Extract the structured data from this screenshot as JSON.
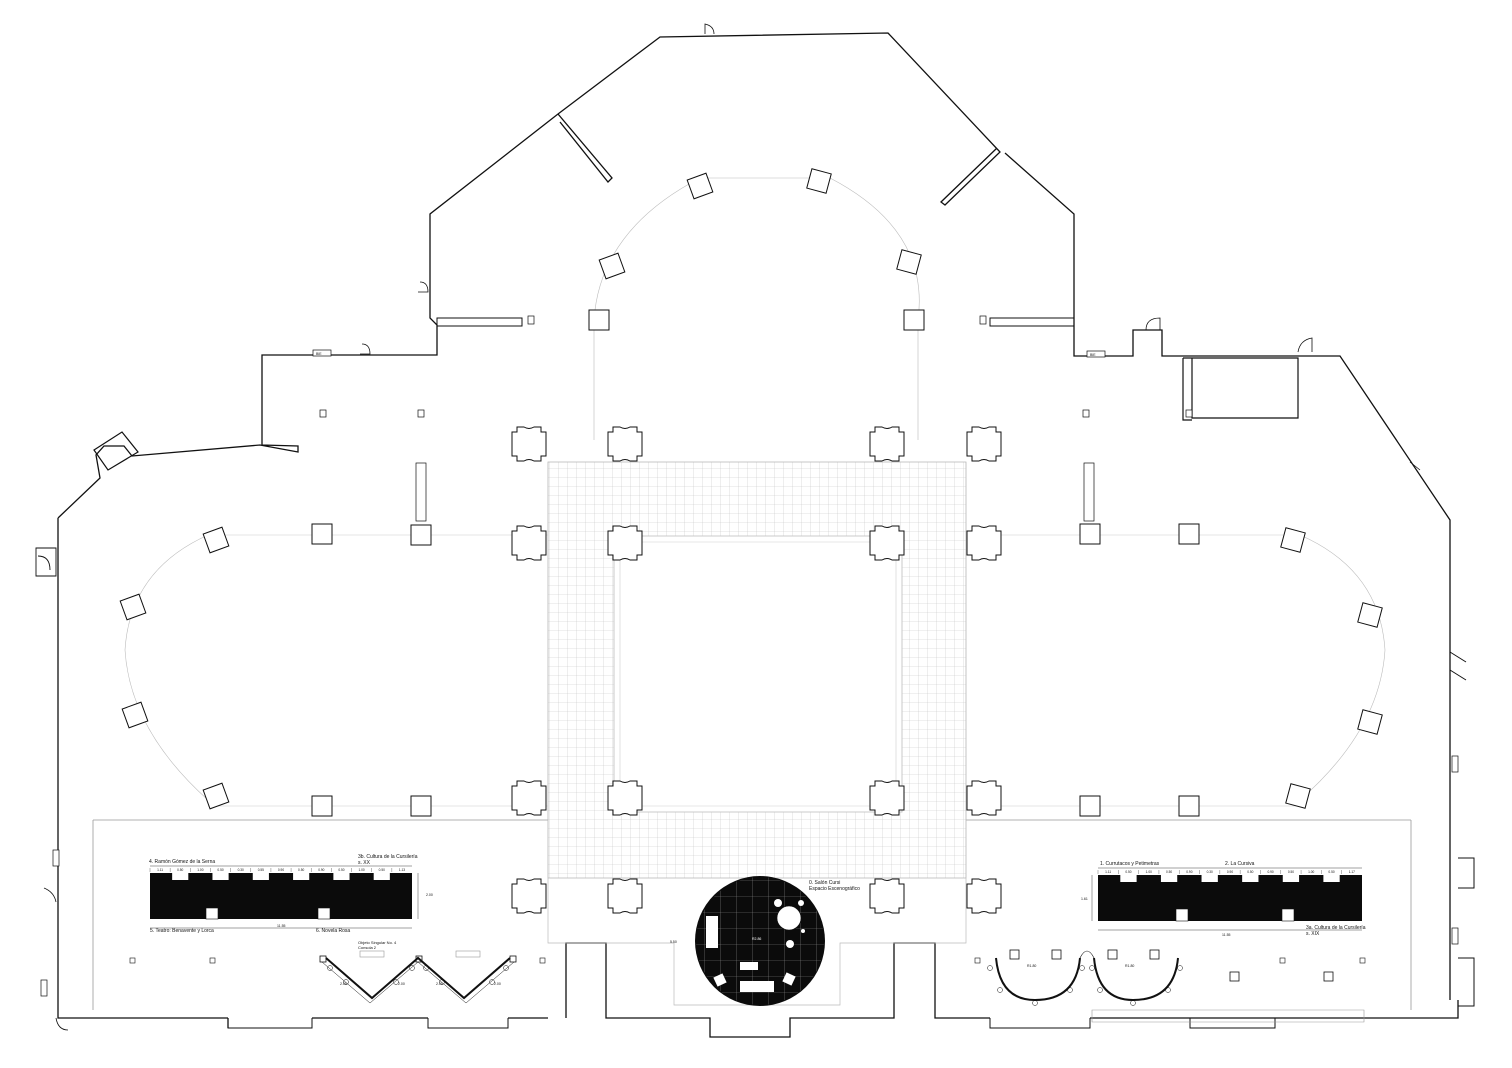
{
  "sections": {
    "s4": "4. Ramón Gómez de la Serna",
    "s3b": "3b. Cultura de la Cursilería\ns. XX",
    "s5": "5. Teatro: Benavente y Lorca",
    "s6": "6. Novela Rosa",
    "objeto": "Objeto Singular No. 4\nConsola 2",
    "s0": "0. Salón Cursi\nEspacio Escenográfico",
    "s1": "1. Currutacos y Petimetras",
    "s2": "2. La Cursiva",
    "s3a": "3a. Cultura de la Cursilería\ns. XIX"
  },
  "dimensions": {
    "left_case": [
      "1.11",
      "0.50",
      "1.00",
      "0.50",
      "0.30",
      "0.55",
      "0.90",
      "0.50",
      "0.90",
      "0.50",
      "1.00",
      "0.50",
      "1.13"
    ],
    "left_total": "11.55",
    "left_depth": "2.00",
    "right_case": [
      "1.11",
      "0.50",
      "1.00",
      "0.50",
      "0.90",
      "0.30",
      "0.90",
      "0.50",
      "0.90",
      "0.50",
      "1.00",
      "0.50",
      "1.17"
    ],
    "right_total": "11.55",
    "right_depth": "1.61",
    "circle_dia": "5.50",
    "circle_center": "R2.86",
    "arc_left": "R1.80",
    "arc_right": "R1.80",
    "zig": [
      "2.00",
      "2.00",
      "2.00",
      "2.00"
    ]
  },
  "tags": {
    "bie": "BIE"
  },
  "colors": {
    "line": "#111111",
    "grid": "#bdbdbd",
    "case": "#0b0b0b",
    "thin": "#9a9a9a"
  }
}
